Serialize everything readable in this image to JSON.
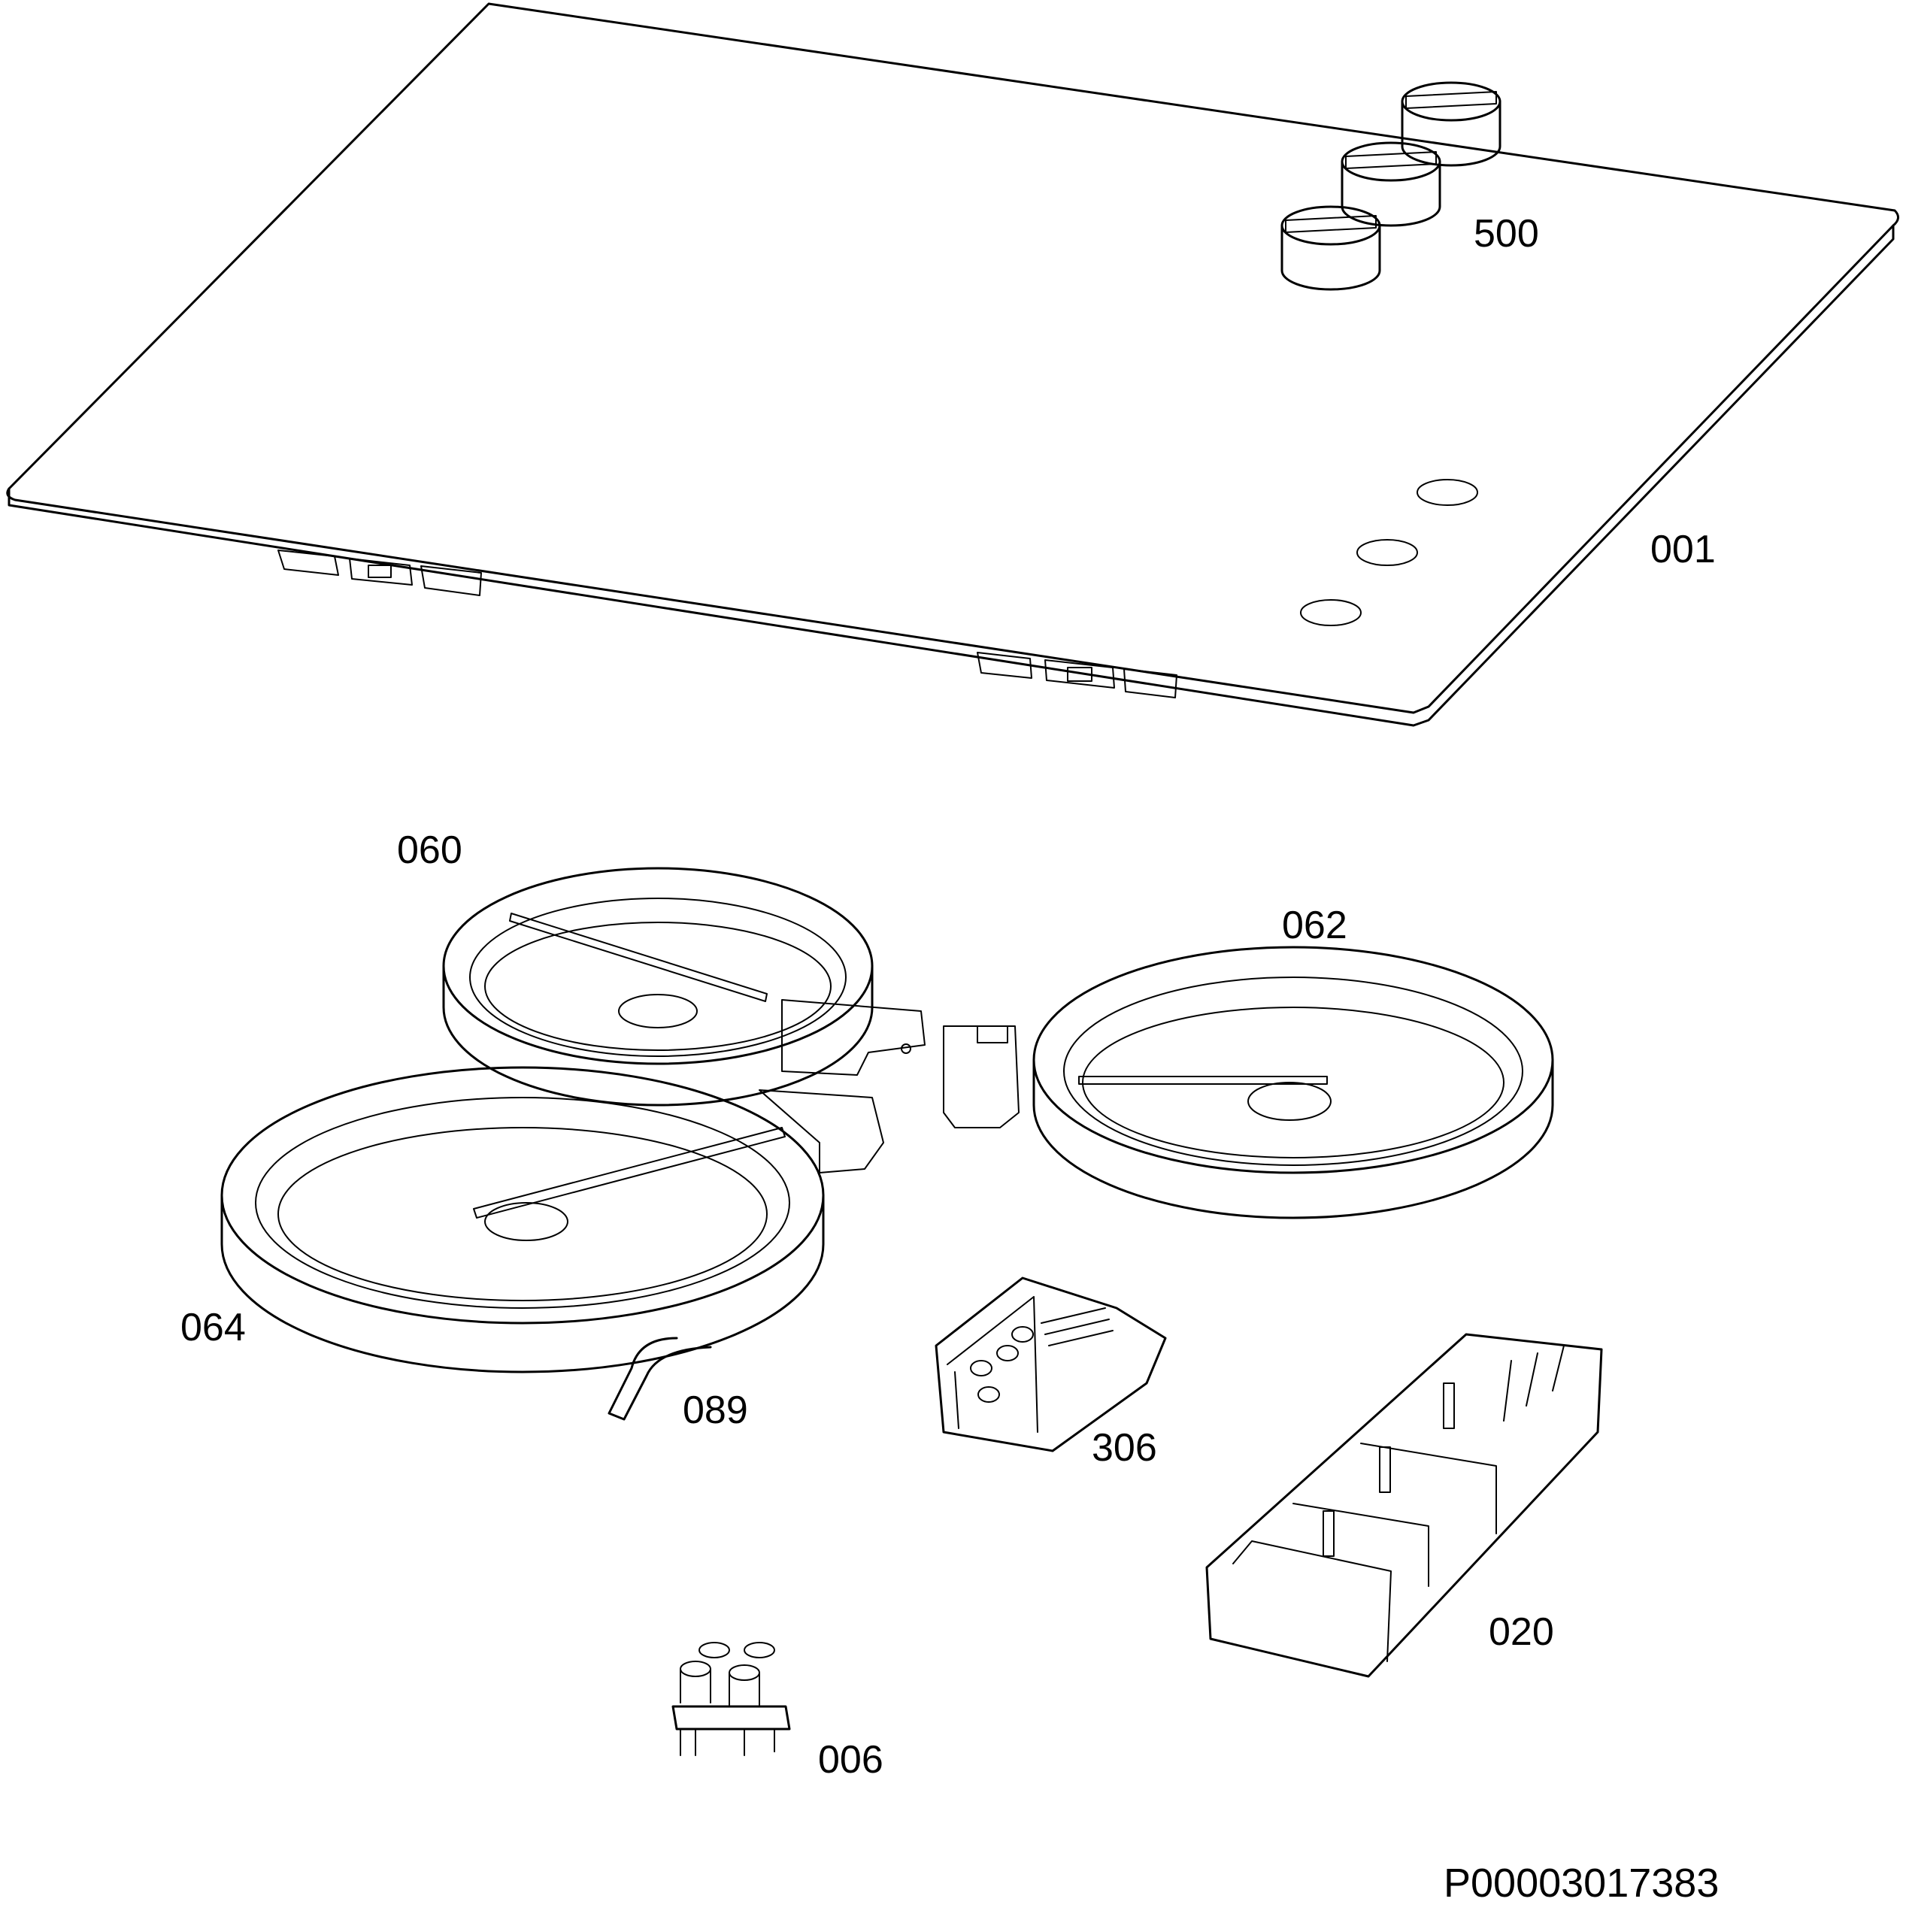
{
  "labels": {
    "top_plate": "001",
    "knobs": "500",
    "zone_rear_left": "060",
    "zone_right": "062",
    "zone_front_left": "064",
    "connector_cable": "089",
    "terminal_block": "306",
    "switch_bank": "020",
    "indicator_lamp": "006"
  },
  "drawing_number": "P00003017383"
}
